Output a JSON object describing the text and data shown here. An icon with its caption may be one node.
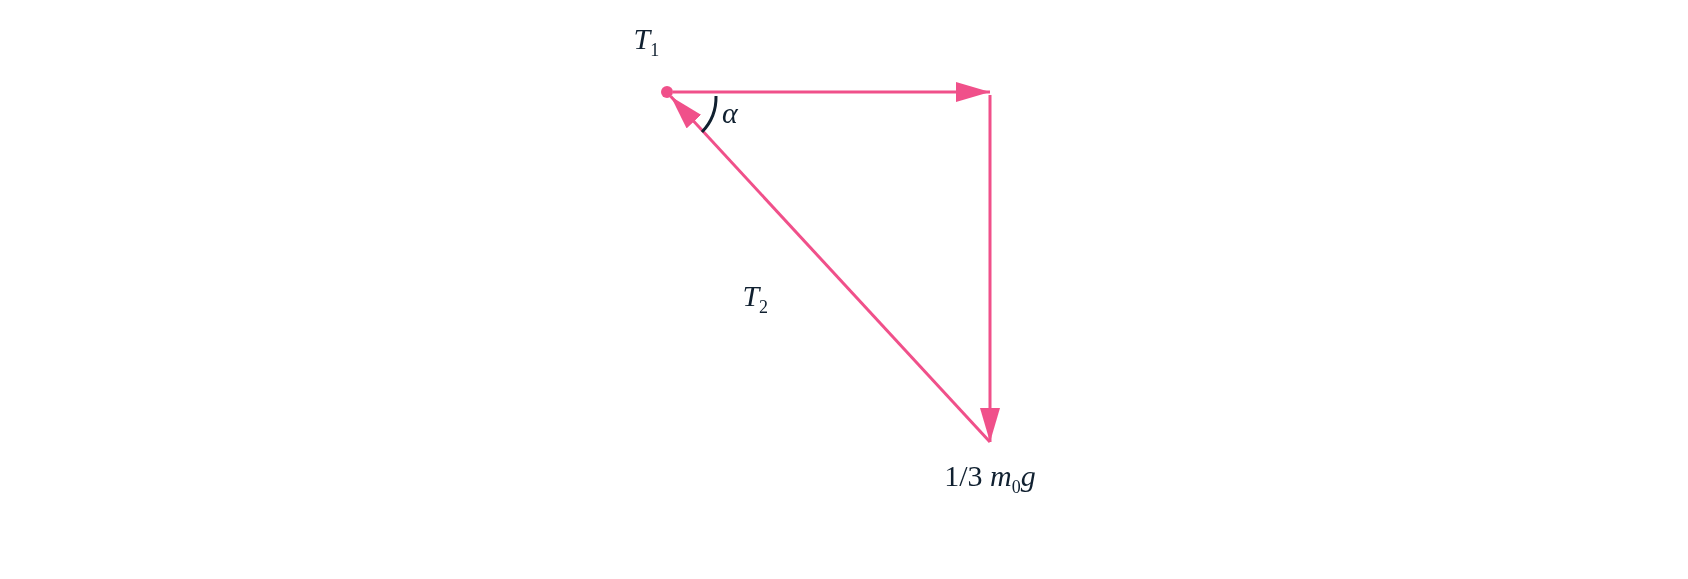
{
  "diagram": {
    "nodes": [
      {
        "text": [],
        "shape": "circle"
      },
      {
        "text": [
          "1/3 *m*$_{0}$*g*"
        ]
      }
    ],
    "edges": [
      {
        "from": 0,
        "to": null,
        "arrow": "to",
        "label": "*T*$_{1}$"
      },
      {
        "from": null,
        "to": 1,
        "arrow": "to"
      },
      {
        "from": 1,
        "to": 0,
        "arrow": "to",
        "label": "*T*$_{2}$"
      }
    ],
    "labels": [
      "α"
    ]
  }
}
